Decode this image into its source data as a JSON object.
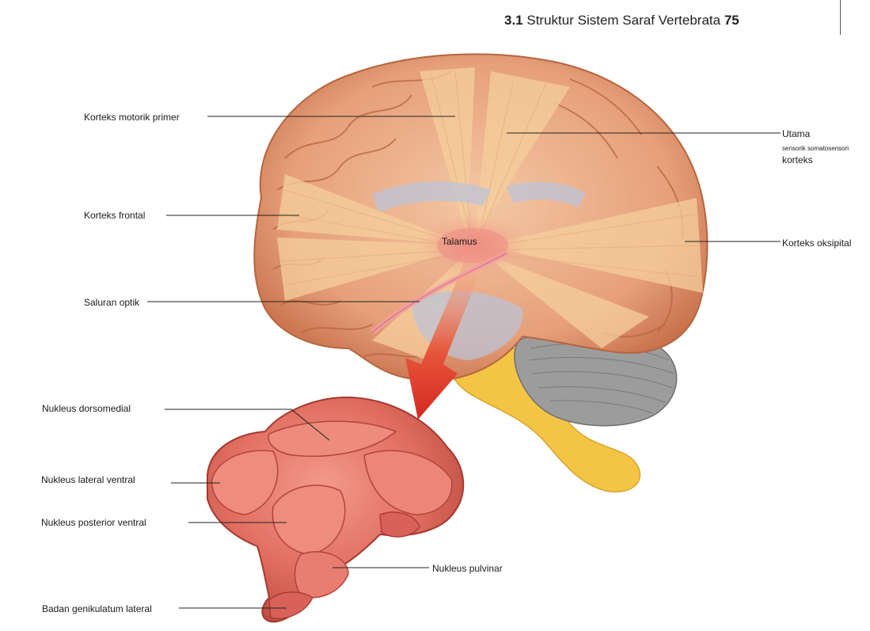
{
  "header": {
    "section_number": "3.1",
    "section_title": "Struktur Sistem Saraf Vertebrata",
    "page_number": "75"
  },
  "labels": {
    "primary_motor_cortex": "Korteks motorik primer",
    "frontal_cortex": "Korteks frontal",
    "optic_tract": "Saluran optik",
    "thalamus": "Talamus",
    "somatosensory_line1": "Utama",
    "somatosensory_line2": "sensorik somatosensori",
    "somatosensory_line3": "korteks",
    "occipital_cortex": "Korteks oksipital",
    "dorsomedial_nucleus": "Nukleus dorsomedial",
    "ventral_lateral_nucleus": "Nukleus lateral ventral",
    "ventral_posterior_nucleus": "Nukleus posterior ventral",
    "pulvinar_nucleus": "Nukleus pulvinar",
    "lateral_geniculate_body": "Badan genikulatum lateral"
  },
  "colors": {
    "cortex": "#e8a57f",
    "cortex_dark": "#b8643f",
    "fibers": "#f3c48e",
    "blue_fibers": "#b9c4dc",
    "thalamus_tissue": "#e27466",
    "thalamus_dark": "#b7463c",
    "arrow": "#d8332a",
    "cerebellum": "#9a9a9a",
    "brainstem": "#f4c545"
  }
}
